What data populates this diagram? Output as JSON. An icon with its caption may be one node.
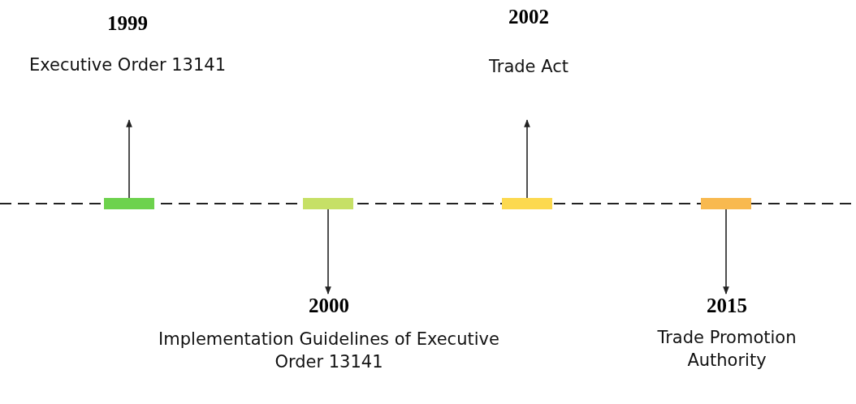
{
  "diagram": {
    "nodes": [
      {
        "text": [
          "1999",
          "Executive Order 13141"
        ]
      },
      {
        "text": [
          "2002",
          "Trade Act"
        ]
      },
      {
        "text": [],
        "shape": "bar"
      },
      {
        "text": [],
        "shape": "bar"
      },
      {
        "text": [],
        "shape": "bar"
      },
      {
        "text": [],
        "shape": "bar"
      },
      {
        "text": [
          "2000",
          "Implementation Guidelines of Executive Order 13141"
        ]
      },
      {
        "text": [
          "2015",
          "Trade Promotion Authority"
        ]
      }
    ],
    "edges": [
      {
        "from": 2,
        "to": 0,
        "arrow": "to"
      },
      {
        "from": 3,
        "to": 6,
        "arrow": "to"
      },
      {
        "from": 4,
        "to": 1,
        "arrow": "to"
      },
      {
        "from": 5,
        "to": 7,
        "arrow": "to"
      }
    ]
  }
}
